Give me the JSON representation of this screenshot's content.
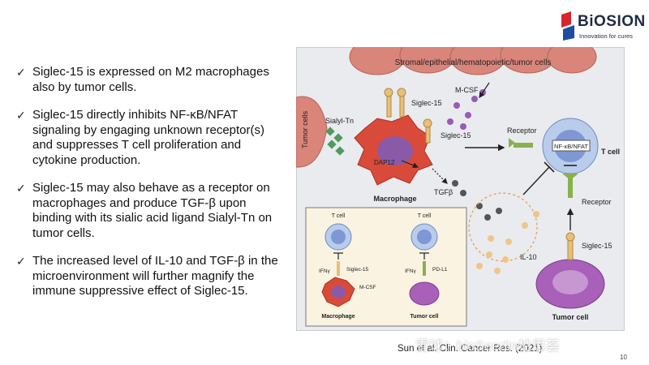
{
  "logo": {
    "name": "BiOSION",
    "tagline": "Innovation for cures",
    "colors": {
      "red": "#d9252b",
      "blue": "#1f4da0"
    }
  },
  "bullets": [
    {
      "check": "✓",
      "text": "Siglec-15 is expressed on M2 macrophages also by tumor cells."
    },
    {
      "check": "✓",
      "text": "Siglec-15 directly inhibits NF-κB/NFAT signaling by engaging unknown receptor(s) and suppresses T cell proliferation and cytokine production."
    },
    {
      "check": "✓",
      "text": "Siglec-15 may also behave as a receptor on macrophages and produce TGF-β upon binding with its sialic acid ligand Sialyl-Tn on tumor cells."
    },
    {
      "check": "✓",
      "text": "The increased level of IL-10 and TGF-β in the microenvironment will further magnify the immune suppressive effect of Siglec-15."
    }
  ],
  "figure": {
    "stromal": "Stromal/epithelial/hematopoietic/tumor cells",
    "tumor_cells": "Tumor cells",
    "sialyl_tn": "Sialyl-Tn",
    "siglec15_top": "Siglec-15",
    "mcsf": "M-CSF",
    "siglec15_mid": "Siglec-15",
    "receptor_top": "Receptor",
    "nfkb": "NF-κB/NFAT",
    "t_cell": "T cell",
    "dap12": "DAP12",
    "tgfb": "TGFβ",
    "macrophage": "Macrophage",
    "receptor_bottom": "Receptor",
    "il10": "IL-10",
    "siglec15_bottom": "Siglec-15",
    "tumor_cell": "Tumor cell",
    "inset": {
      "tcell_left": "T cell",
      "tcell_right": "T cell",
      "ifn_left": "IFNγ",
      "ifn_right": "IFNγ",
      "siglec15": "Siglec-15",
      "pdl1": "PD-L1",
      "mcsf": "M-CSF",
      "macrophage": "Macrophage",
      "tumor_cell": "Tumor cell"
    }
  },
  "citation": "Sun et al. Clin. Cancer Res. (2021)",
  "watermark": "雪球：bioSeedin柏思荟",
  "page_number": "10"
}
